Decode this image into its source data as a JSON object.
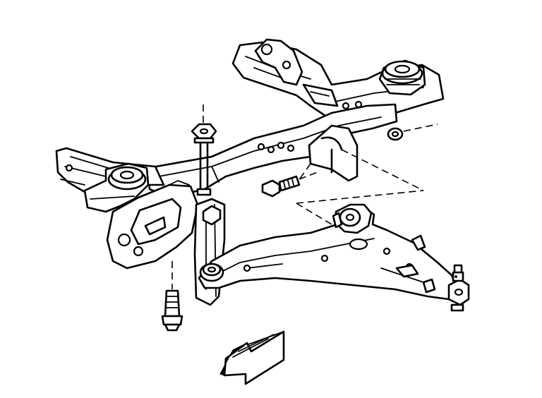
{
  "figure": {
    "kind": "line-art",
    "subject": "front-suspension-crossmember-and-lower-control-arm",
    "colors": {
      "ink": "#000000",
      "paper": "#ffffff"
    },
    "direction_arrow": "front-of-vehicle-arrow"
  }
}
